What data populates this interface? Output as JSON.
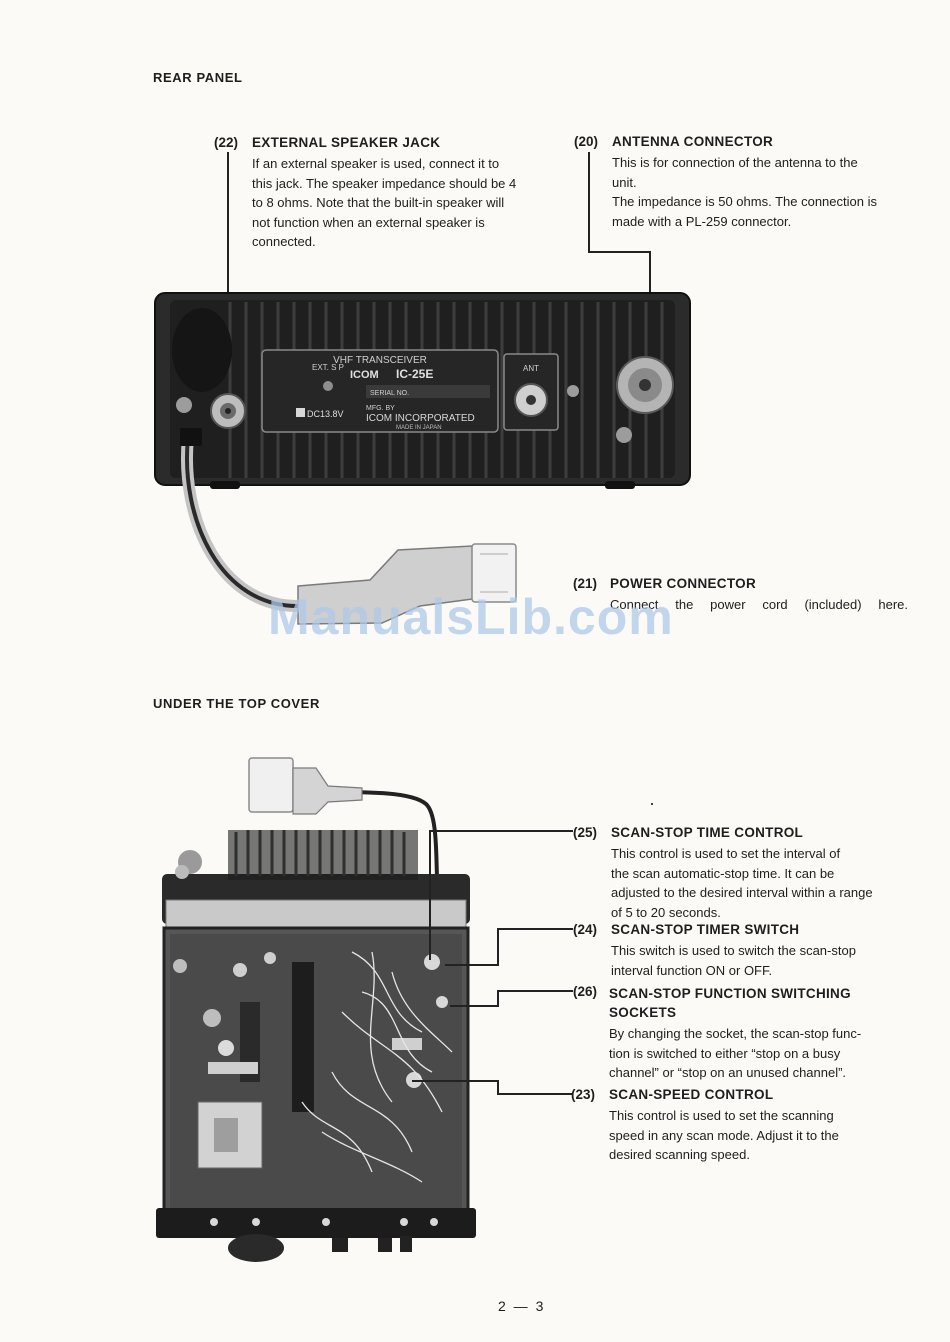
{
  "sections": {
    "rear_panel_heading": "REAR PANEL",
    "under_cover_heading": "UNDER THE TOP COVER"
  },
  "callouts": {
    "c22": {
      "number": "(22)",
      "title": "EXTERNAL SPEAKER JACK",
      "lines": [
        "If an external speaker is used, connect it to",
        "this jack. The speaker impedance should be 4",
        "to 8 ohms. Note that the built-in speaker will",
        "not function when an external speaker is",
        "connected."
      ]
    },
    "c20": {
      "number": "(20)",
      "title": "ANTENNA CONNECTOR",
      "lines": [
        "This is for connection of the antenna to the",
        "unit.",
        "The impedance is 50 ohms. The connection is",
        "made with a PL-259 connector."
      ]
    },
    "c21": {
      "number": "(21)",
      "title": "POWER CONNECTOR",
      "lines": [
        "Connect the power cord (included) here."
      ]
    },
    "c25": {
      "number": "(25)",
      "title": "SCAN-STOP TIME CONTROL",
      "lines": [
        "This control is used to set the interval of",
        "the scan automatic-stop time. It can be",
        "adjusted to the desired interval within a range",
        "of 5 to 20 seconds."
      ]
    },
    "c24": {
      "number": "(24)",
      "title": "SCAN-STOP TIMER SWITCH",
      "lines": [
        "This switch is used to switch the scan-stop",
        "interval function ON or OFF."
      ]
    },
    "c26": {
      "number": "(26)",
      "title": "SCAN-STOP FUNCTION SWITCHING",
      "title2": "SOCKETS",
      "lines": [
        "By changing the socket, the scan-stop func-",
        "tion is switched to either “stop on a busy",
        "channel” or “stop on an unused channel”."
      ]
    },
    "c23": {
      "number": "(23)",
      "title": "SCAN-SPEED CONTROL",
      "lines": [
        "This control is used to set the scanning",
        "speed in any scan mode. Adjust it to the",
        "desired scanning speed."
      ]
    }
  },
  "rear_panel_photo": {
    "plate_title": "VHF TRANSCEIVER",
    "brand": "ICOM",
    "model": "IC-25E",
    "serial_label": "SERIAL NO.",
    "ext_sp_label": "EXT. S P",
    "dc_label": "DC13.8V",
    "ant_label": "ANT",
    "mfg_label": "MFG. BY",
    "maker": "ICOM INCORPORATED",
    "made_in": "MADE IN JAPAN"
  },
  "watermark": "ManualsLib.com",
  "page_number": "2 — 3"
}
